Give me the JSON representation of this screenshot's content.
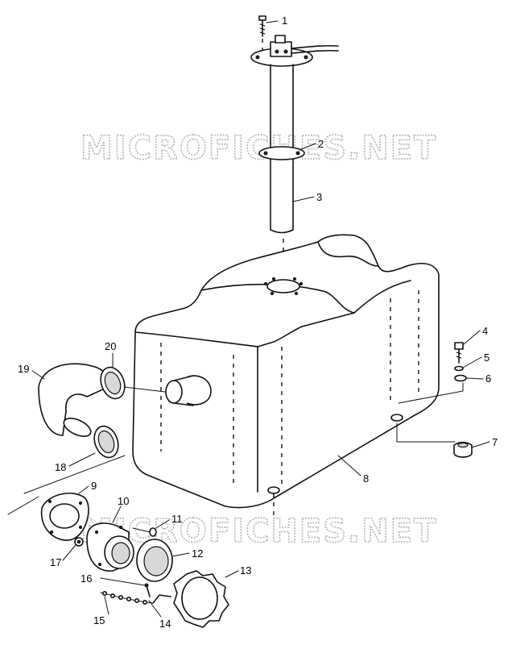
{
  "watermark": {
    "text": "MICROFICHES.NET"
  },
  "callouts": [
    {
      "number": "1"
    },
    {
      "number": "2"
    },
    {
      "number": "3"
    },
    {
      "number": "4"
    },
    {
      "number": "5"
    },
    {
      "number": "6"
    },
    {
      "number": "7"
    },
    {
      "number": "8"
    },
    {
      "number": "9"
    },
    {
      "number": "10"
    },
    {
      "number": "11"
    },
    {
      "number": "12"
    },
    {
      "number": "13"
    },
    {
      "number": "14"
    },
    {
      "number": "15"
    },
    {
      "number": "16"
    },
    {
      "number": "17"
    },
    {
      "number": "18"
    },
    {
      "number": "19"
    },
    {
      "number": "20"
    }
  ]
}
